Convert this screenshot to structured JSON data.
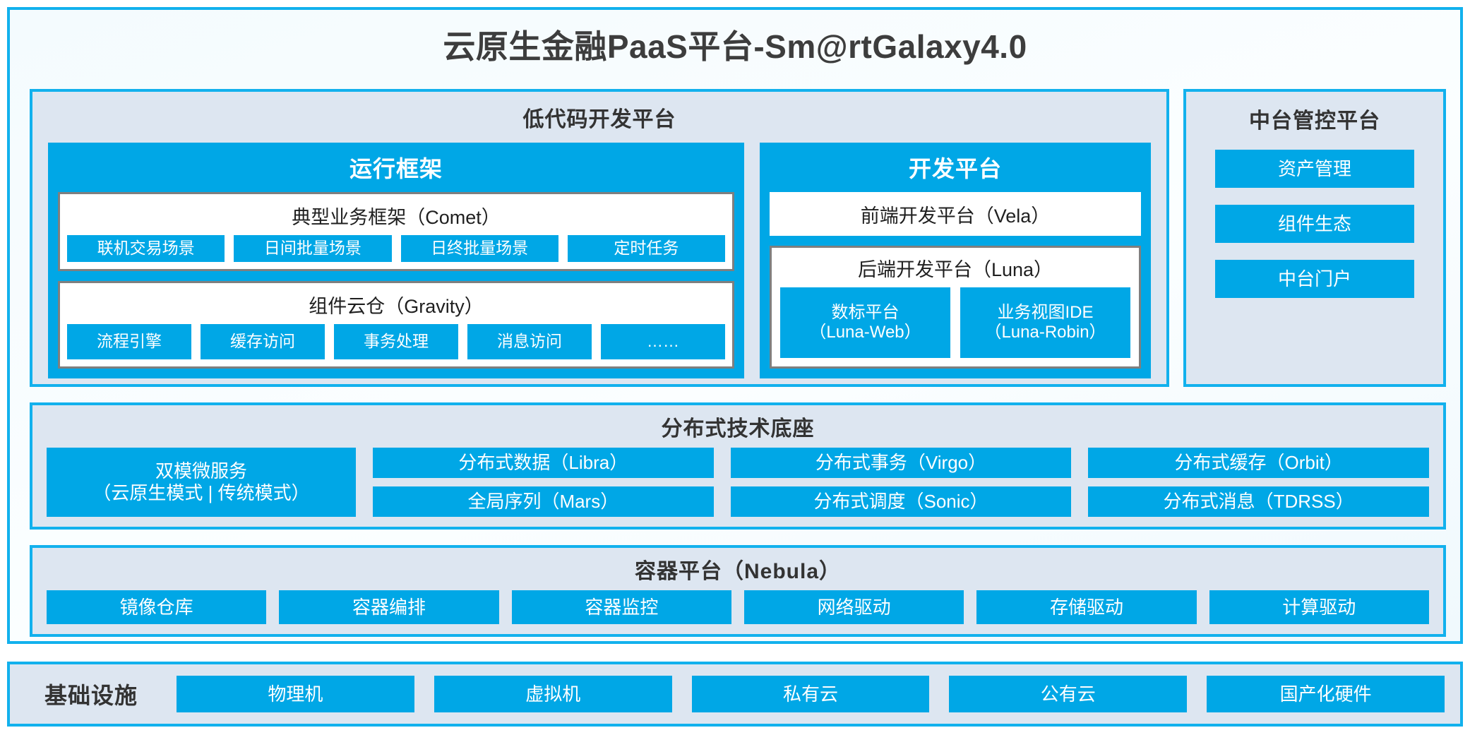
{
  "title": "云原生金融PaaS平台-Sm@rtGalaxy4.0",
  "lowcode": {
    "title": "低代码开发平台",
    "runtime": {
      "heading": "运行框架",
      "comet": {
        "heading": "典型业务框架（Comet）",
        "items": [
          "联机交易场景",
          "日间批量场景",
          "日终批量场景",
          "定时任务"
        ]
      },
      "gravity": {
        "heading": "组件云仓（Gravity）",
        "items": [
          "流程引擎",
          "缓存访问",
          "事务处理",
          "消息访问",
          "……"
        ]
      }
    },
    "dev": {
      "heading": "开发平台",
      "vela": "前端开发平台（Vela）",
      "luna": {
        "heading": "后端开发平台（Luna）",
        "items": [
          {
            "line1": "数标平台",
            "line2": "（Luna-Web）"
          },
          {
            "line1": "业务视图IDE",
            "line2": "（Luna-Robin）"
          }
        ]
      }
    }
  },
  "midplatform": {
    "title": "中台管控平台",
    "items": [
      "资产管理",
      "组件生态",
      "中台门户"
    ]
  },
  "distributed": {
    "title": "分布式技术底座",
    "dual_mode": {
      "line1": "双模微服务",
      "line2": "（云原生模式 | 传统模式）"
    },
    "columns": [
      [
        "分布式数据（Libra）",
        "全局序列（Mars）"
      ],
      [
        "分布式事务（Virgo）",
        "分布式调度（Sonic）"
      ],
      [
        "分布式缓存（Orbit）",
        "分布式消息（TDRSS）"
      ]
    ]
  },
  "container": {
    "title": "容器平台（Nebula）",
    "items": [
      "镜像仓库",
      "容器编排",
      "容器监控",
      "网络驱动",
      "存储驱动",
      "计算驱动"
    ]
  },
  "infrastructure": {
    "label": "基础设施",
    "items": [
      "物理机",
      "虚拟机",
      "私有云",
      "公有云",
      "国产化硬件"
    ]
  },
  "colors": {
    "accent": "#00a7e6",
    "border": "#12b1ed",
    "panel_bg": "#dde6f1",
    "inner_border": "#7f7f7f",
    "page_bg": "#f4fbfe"
  }
}
